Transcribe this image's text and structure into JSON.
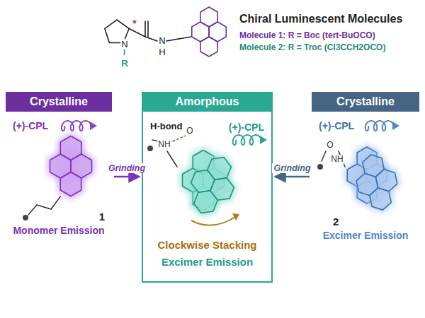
{
  "diagram": {
    "title": "Chiral Luminescent Molecules",
    "nodes": [
      {
        "text": [
          "Crystalline",
          "(+)-CPL",
          "1",
          "Monomer Emission"
        ]
      },
      {
        "text": [
          "Amorphous",
          "H-bond",
          "(+)-CPL",
          "Clockwise Stacking",
          "Excimer Emission"
        ]
      },
      {
        "text": [
          "Crystalline",
          "(+)-CPL",
          "2",
          "Excimer Emission"
        ]
      }
    ],
    "edges": [
      {
        "from": 0,
        "to": 1,
        "label": "Grinding",
        "arrow": "to"
      },
      {
        "from": 2,
        "to": 1,
        "label": "Grinding",
        "arrow": "to"
      }
    ],
    "labels": [
      "Molecule 1: R = Boc (tert-BuOCO)",
      "Molecule 2: R = Troc (Cl3CCH2OCO)",
      "N",
      "R",
      "*",
      "N",
      "H",
      "O",
      "NH",
      "O",
      "NH"
    ]
  }
}
